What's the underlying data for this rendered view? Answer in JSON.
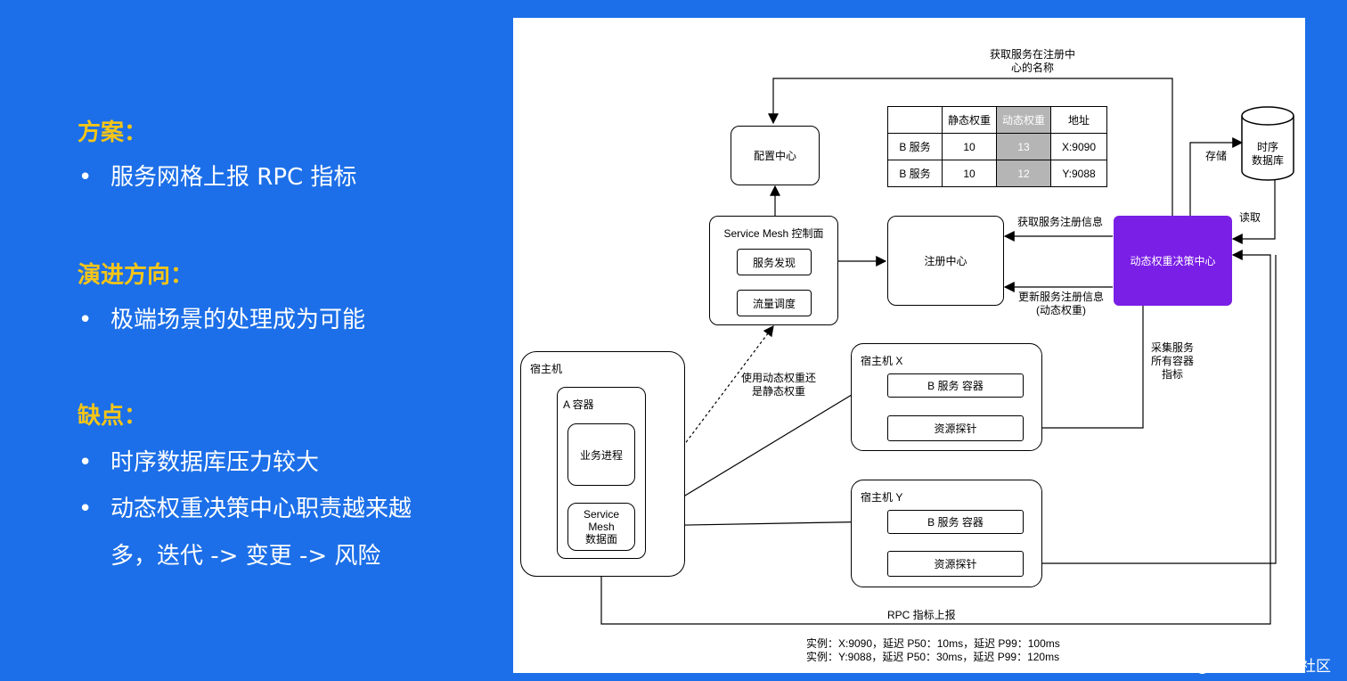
{
  "left": {
    "sections": [
      {
        "heading": "方案：",
        "items": [
          "服务网格上报 RPC 指标"
        ]
      },
      {
        "heading": "演进方向：",
        "items": [
          "极端场景的处理成为可能"
        ]
      },
      {
        "heading": "缺点：",
        "items": [
          "时序数据库压力较大",
          "动态权重决策中心职责越来越",
          "多，迭代 -> 变更 -> 风险"
        ]
      }
    ]
  },
  "diagram": {
    "config_center": "配置中心",
    "mesh_control": "Service Mesh 控制面",
    "service_discovery": "服务发现",
    "traffic_scheduling": "流量调度",
    "registry": "注册中心",
    "decision_center": "动态权重决策中心",
    "tsdb": "时序\n数据库",
    "host_a": "宿主机",
    "container_a": "A 容器",
    "business_process": "业务进程",
    "mesh_data": "Service\nMesh\n数据面",
    "host_x": "宿主机 X",
    "host_y": "宿主机 Y",
    "b_container_x": "B 服务 容器",
    "b_container_y": "B 服务 容器",
    "probe_x": "资源探针",
    "probe_y": "资源探针",
    "get_service_name": "获取服务在注册中\n心的名称",
    "store": "存储",
    "read": "读取",
    "get_registry_info": "获取服务注册信息",
    "update_registry_info": "更新服务注册信息\n(动态权重)",
    "collect_metrics": "采集服务\n所有容器\n指标",
    "use_weight": "使用动态权重还\n是静态权重",
    "rpc_report": "RPC 指标上报",
    "instance_x": "实例：X:9090，延迟 P50：10ms，延迟 P99：100ms",
    "instance_y": "实例：Y:9088，延迟 P50：30ms，延迟 P99：120ms",
    "table": {
      "headers": [
        "",
        "静态权重",
        "动态权重",
        "地址"
      ],
      "rows": [
        [
          "B 服务",
          "10",
          "13",
          "X:9090"
        ],
        [
          "B 服务",
          "10",
          "12",
          "Y:9088"
        ]
      ]
    }
  },
  "watermark": "@稀土掘金技术社区"
}
